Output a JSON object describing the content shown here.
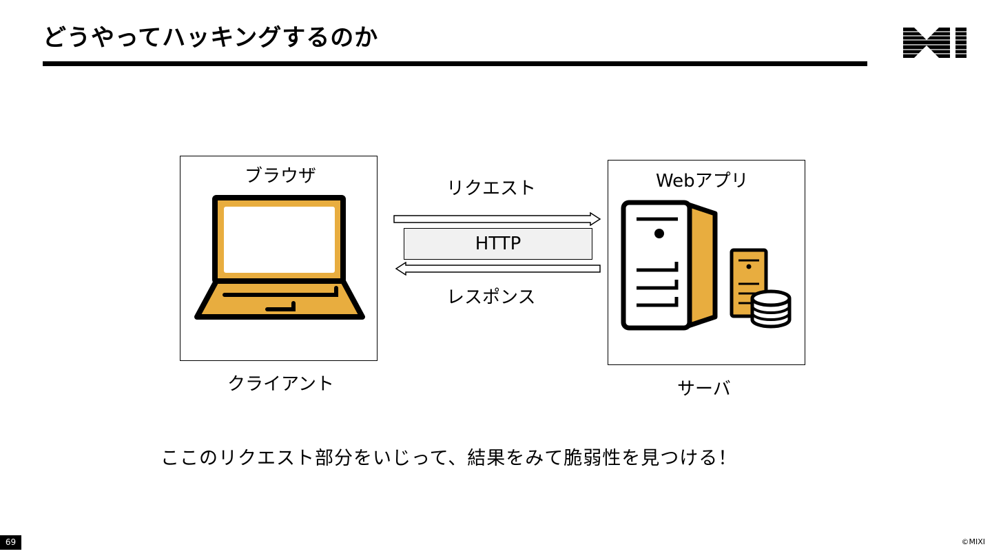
{
  "slide": {
    "title": "どうやってハッキングするのか",
    "page_number": "69",
    "copyright": "©MIXI",
    "logo_text": "MIXI"
  },
  "diagram": {
    "client": {
      "inner_label": "ブラウザ",
      "label": "クライアント",
      "icon": "laptop-icon"
    },
    "server": {
      "inner_label": "Webアプリ",
      "label": "サーバ",
      "icon": "server-database-icon"
    },
    "request_label": "リクエスト",
    "protocol_label": "HTTP",
    "response_label": "レスポンス",
    "accent_color": "#E8AD3F"
  },
  "caption": "ここのリクエスト部分をいじって、結果をみて脆弱性を見つける！"
}
